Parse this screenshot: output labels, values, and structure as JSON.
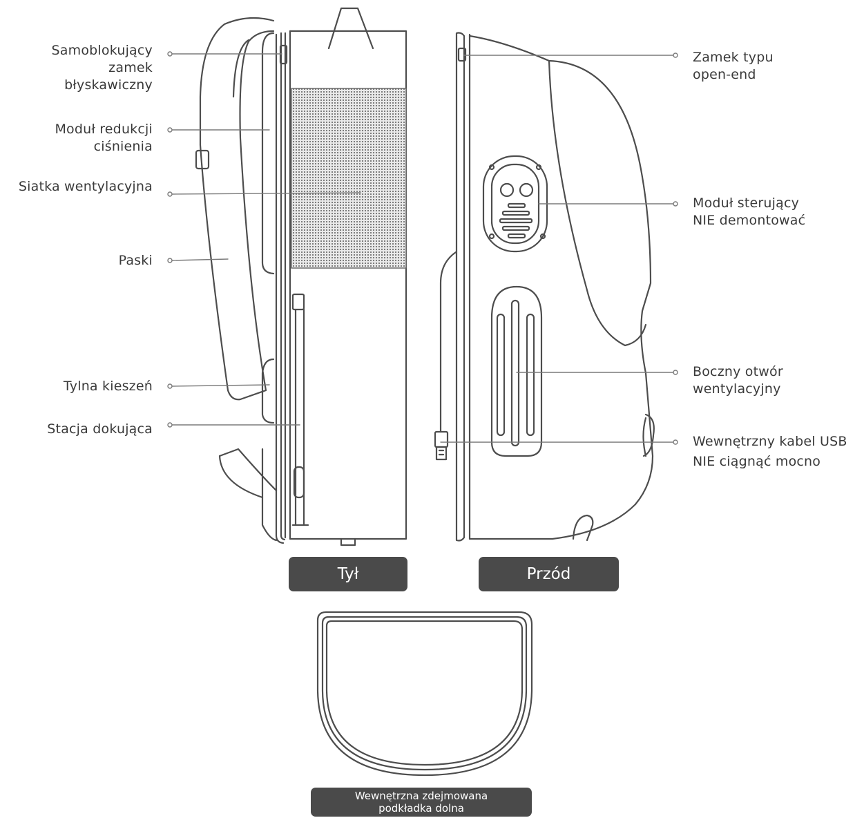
{
  "colors": {
    "line": "#4d4d4d",
    "mesh": "#8a8a8a",
    "tag_bg": "#4a4a4a",
    "text": "#3a3a3a"
  },
  "left_labels": {
    "zip": [
      "Samoblokujący",
      "zamek",
      "błyskawiczny"
    ],
    "pressure": [
      "Moduł redukcji",
      "ciśnienia"
    ],
    "mesh": [
      "Siatka wentylacyjna"
    ],
    "straps": [
      "Paski"
    ],
    "back_pocket": [
      "Tylna kieszeń"
    ],
    "dock": [
      "Stacja dokująca"
    ]
  },
  "right_labels": {
    "open_end": [
      "Zamek typu",
      "open-end"
    ],
    "control": [
      "Moduł sterujący",
      "NIE demontować"
    ],
    "vent": [
      "Boczny otwór",
      "wentylacyjny"
    ],
    "usb": [
      "Wewnętrzny kabel USB",
      "NIE ciągnąć mocno"
    ]
  },
  "tags": {
    "back": "Tył",
    "front": "Przód",
    "pad": [
      "Wewnętrzna zdejmowana",
      "podkładka dolna"
    ]
  }
}
